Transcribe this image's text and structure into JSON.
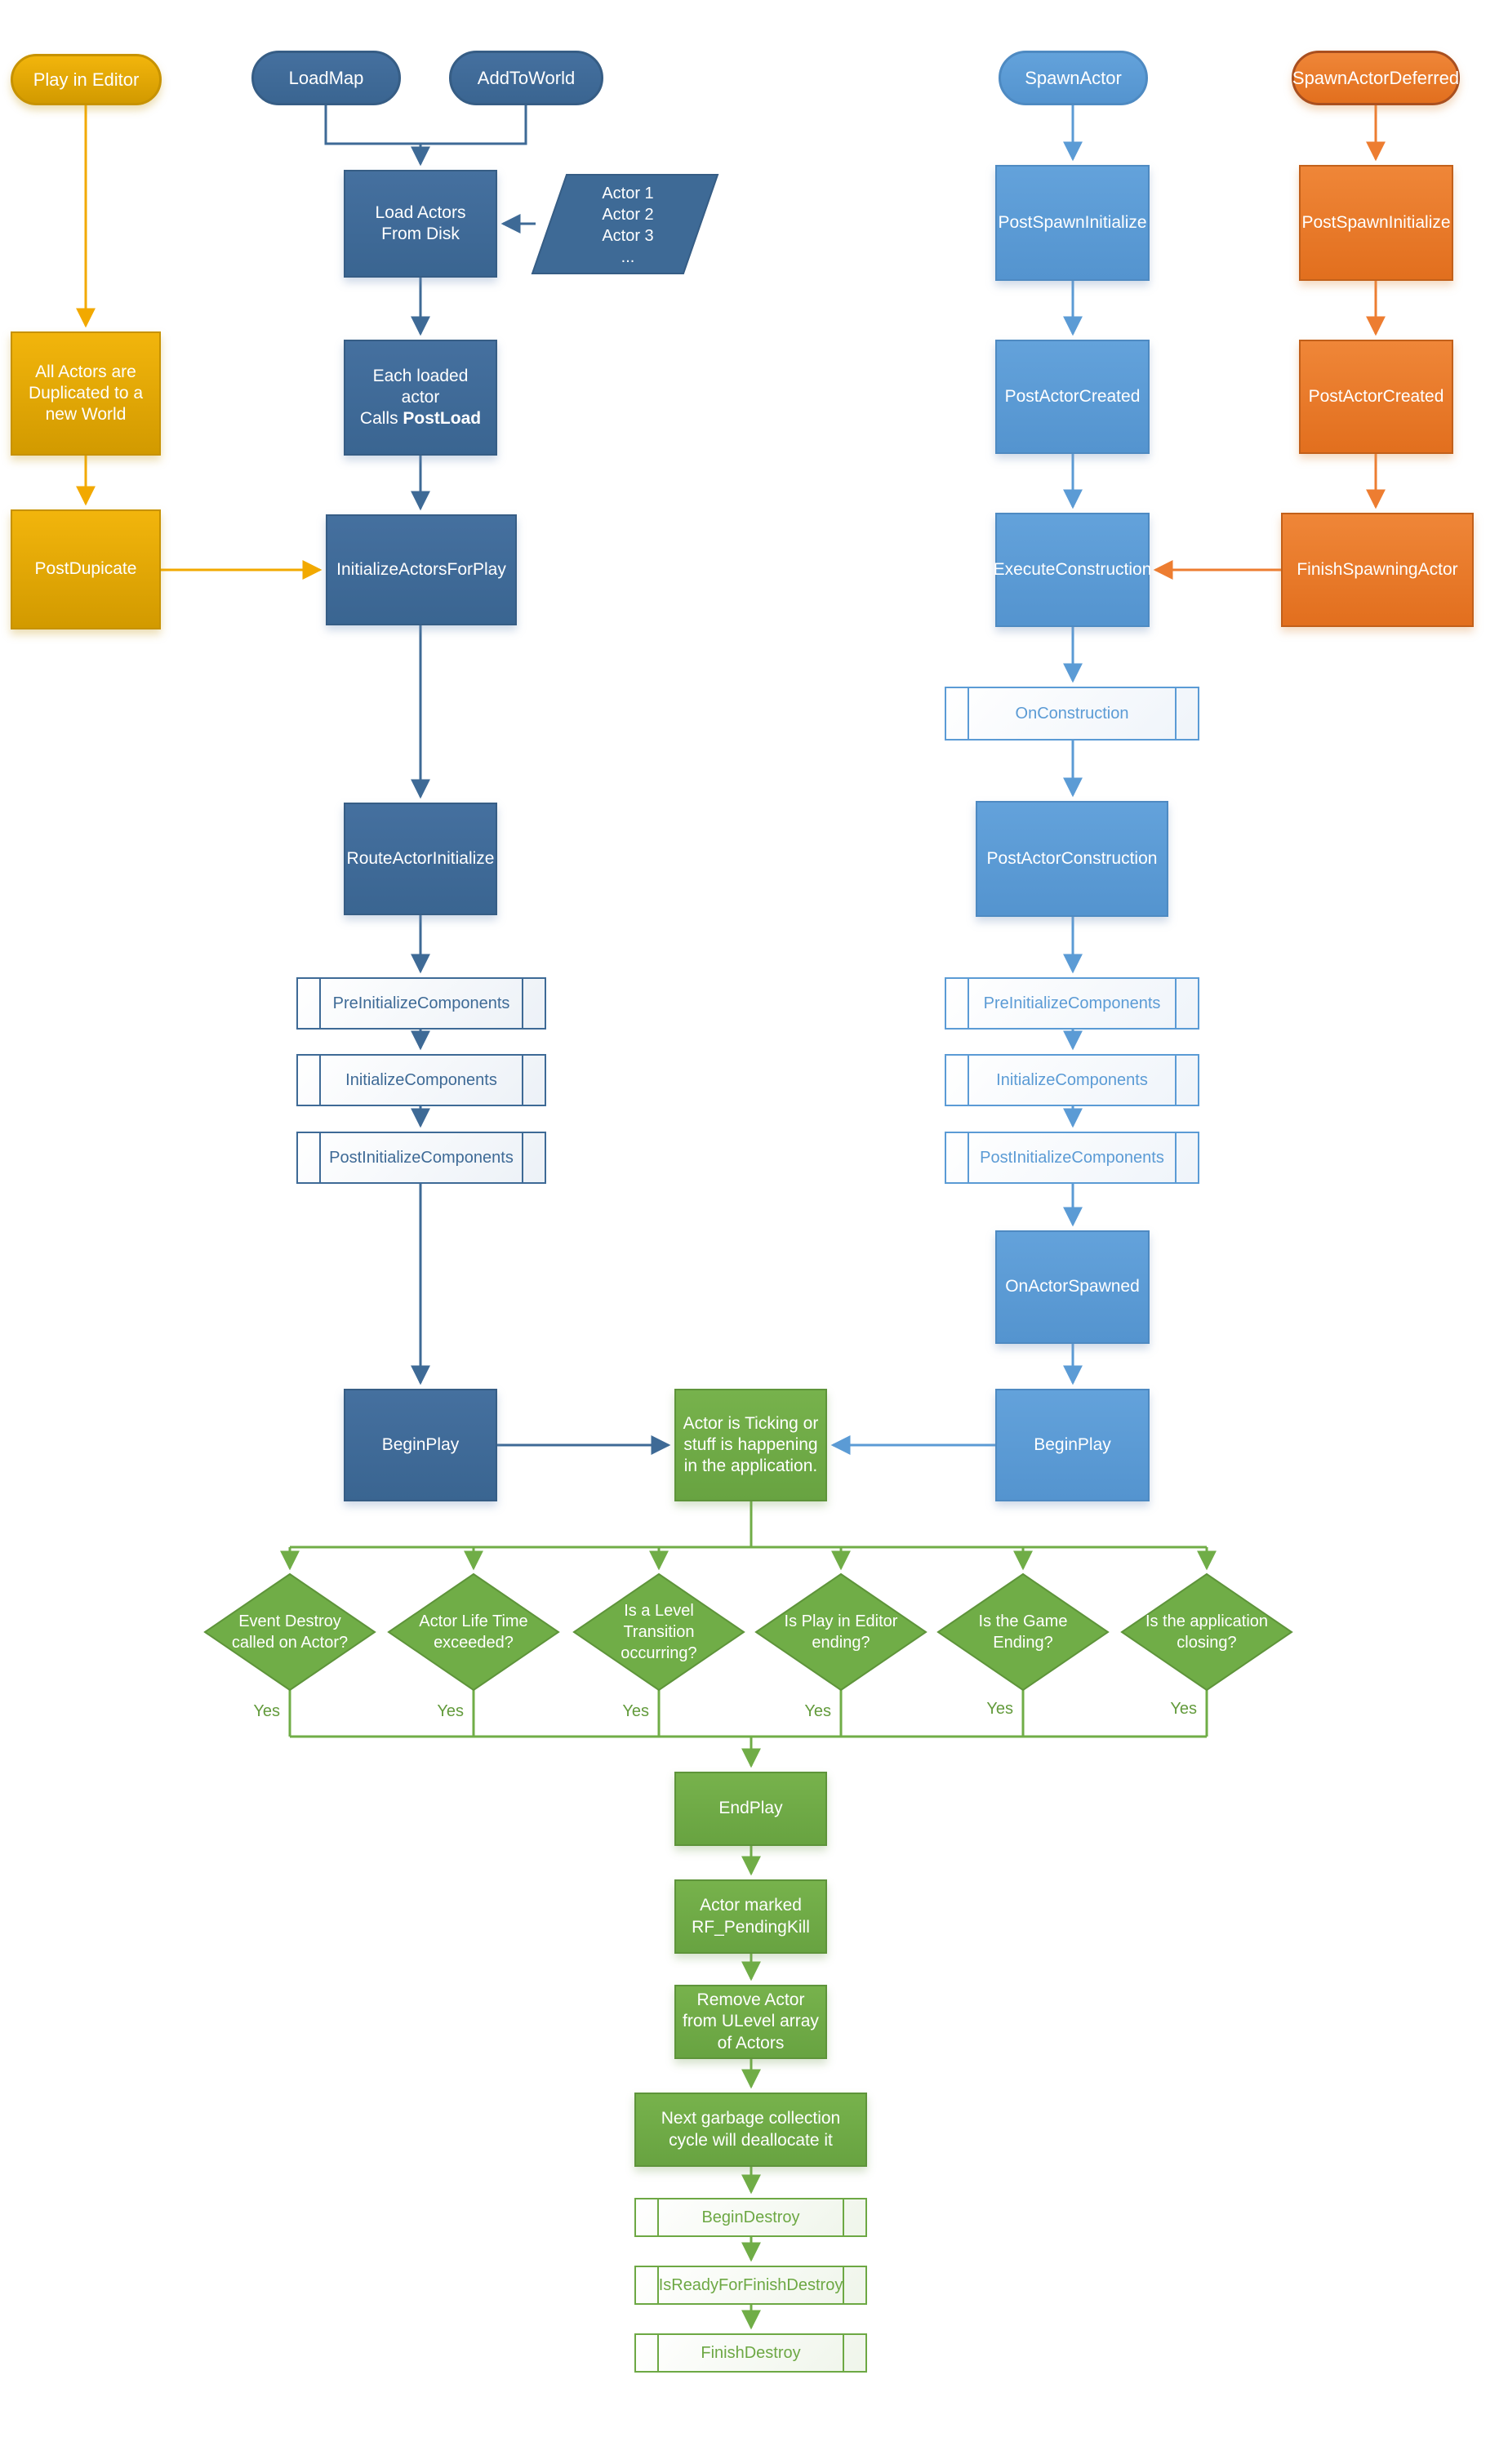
{
  "colors": {
    "gold_fill": "#E2A806",
    "gold_arrow": "#F2A900",
    "dark_blue": "#3E6A96",
    "light_blue": "#5B9BD5",
    "orange": "#ED7D31",
    "green": "#70AD47",
    "subroutine_background": "#F7FAFD",
    "canvas_background": "#FFFFFF"
  },
  "nodes": {
    "play_in_editor": "Play in Editor",
    "load_map": "LoadMap",
    "add_to_world": "AddToWorld",
    "load_actors_from_disk": "Load Actors From Disk",
    "actor_list": [
      "Actor 1",
      "Actor 2",
      "Actor 3",
      "..."
    ],
    "all_actors_duplicated": "All Actors are Duplicated to a new World",
    "each_loaded_actor_line1": "Each loaded actor",
    "each_loaded_actor_line2_prefix": "Calls ",
    "each_loaded_actor_line2_bold": "PostLoad",
    "post_duplicate": "PostDupicate",
    "initialize_actors_for_play": "InitializeActorsForPlay",
    "spawn_actor": "SpawnActor",
    "spawn_actor_deferred": "SpawnActorDeferred",
    "post_spawn_initialize": "PostSpawnInitialize",
    "post_actor_created": "PostActorCreated",
    "execute_construction": "ExecuteConstruction",
    "finish_spawning_actor": "FinishSpawningActor",
    "on_construction": "OnConstruction",
    "post_actor_construction": "PostActorConstruction",
    "route_actor_initialize": "RouteActorInitialize",
    "pre_initialize_components": "PreInitializeComponents",
    "initialize_components": "InitializeComponents",
    "post_initialize_components": "PostInitializeComponents",
    "on_actor_spawned": "OnActorSpawned",
    "begin_play": "BeginPlay",
    "actor_ticking": "Actor is Ticking or stuff is happening in the application.",
    "decisions": [
      "Event Destroy called on Actor?",
      "Actor Life Time exceeded?",
      "Is a Level Transition occurring?",
      "Is Play in Editor ending?",
      "Is the Game Ending?",
      "Is the application closing?"
    ],
    "yes_label": "Yes",
    "end_play": "EndPlay",
    "actor_marked_pending_kill": "Actor marked RF_PendingKill",
    "remove_actor_from_ulevel": "Remove Actor from ULevel array of Actors",
    "next_garbage_collection": "Next garbage collection cycle will deallocate it",
    "begin_destroy": "BeginDestroy",
    "is_ready_for_finish_destroy": "IsReadyForFinishDestroy",
    "finish_destroy": "FinishDestroy"
  }
}
